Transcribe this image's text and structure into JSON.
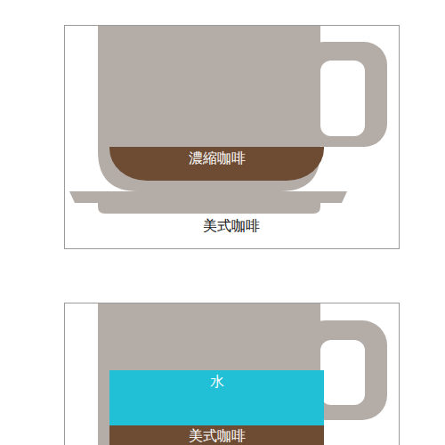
{
  "diagram": {
    "nodes": [
      {
        "text": [
          "濃縮咖啡"
        ]
      },
      {
        "text": [
          "水"
        ]
      },
      {
        "text": [
          "美式咖啡"
        ]
      }
    ],
    "labels": [
      "美式咖啡"
    ]
  }
}
